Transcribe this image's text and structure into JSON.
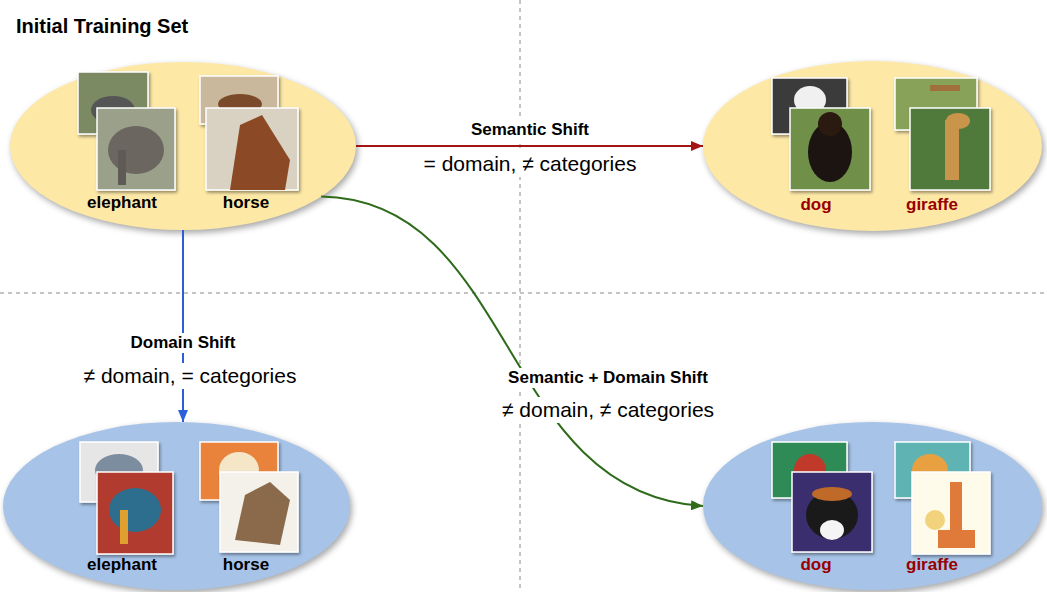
{
  "diagram": {
    "title": "Initial Training Set",
    "nodes": [
      {
        "text": [
          "elephant",
          "horse"
        ]
      },
      {
        "text": [
          "dog",
          "giraffe"
        ]
      },
      {
        "text": [
          "elephant",
          "horse"
        ]
      },
      {
        "text": [
          "dog",
          "giraffe"
        ]
      }
    ],
    "edges": [
      {
        "from": 0,
        "to": 1,
        "arrow": "to",
        "label": "Semantic Shift"
      },
      {
        "from": 0,
        "to": 2,
        "arrow": "to",
        "label": "Domain Shift"
      },
      {
        "from": 0,
        "to": 3,
        "arrow": "to",
        "label": "Semantic + Domain Shift"
      }
    ],
    "labels": [
      "= domain, ≠ categories",
      "≠ domain, = categories",
      "≠ domain, ≠ categories"
    ]
  }
}
